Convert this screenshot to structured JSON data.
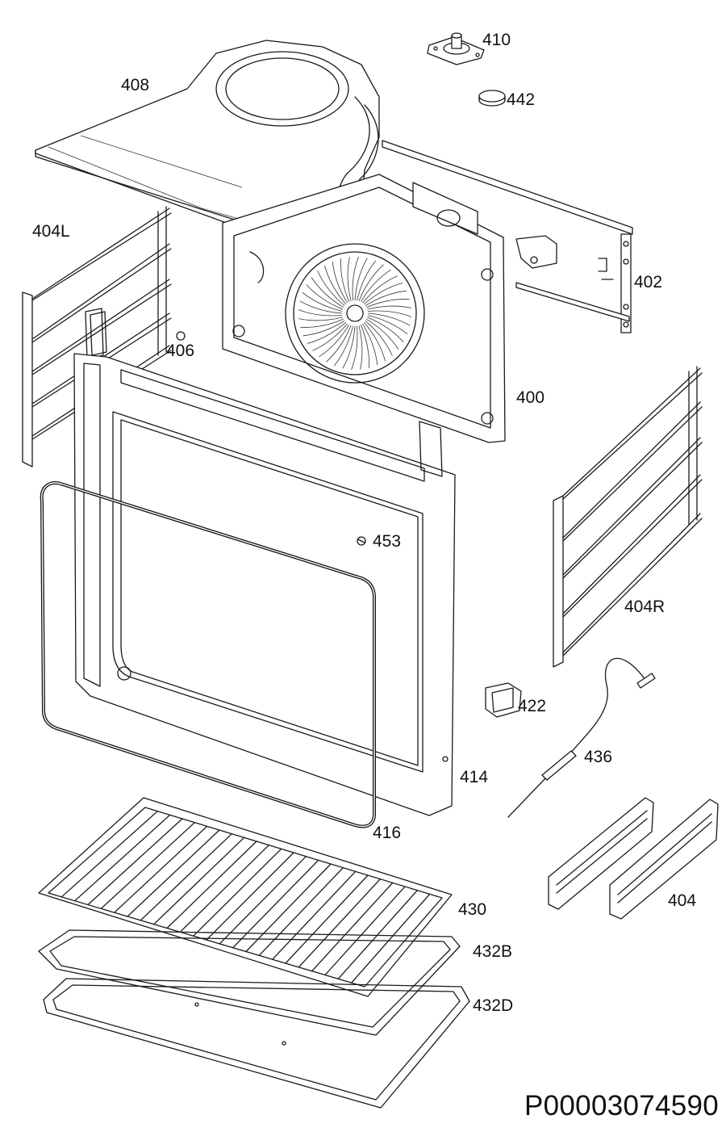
{
  "diagram": {
    "document_number": "P00003074590",
    "callouts": {
      "p410": "410",
      "p442": "442",
      "p408": "408",
      "p404L": "404L",
      "p402": "402",
      "p406": "406",
      "p400": "400",
      "p453": "453",
      "p404R": "404R",
      "p422": "422",
      "p436": "436",
      "p414": "414",
      "p416": "416",
      "p430": "430",
      "p404": "404",
      "p432B": "432B",
      "p432D": "432D"
    }
  }
}
